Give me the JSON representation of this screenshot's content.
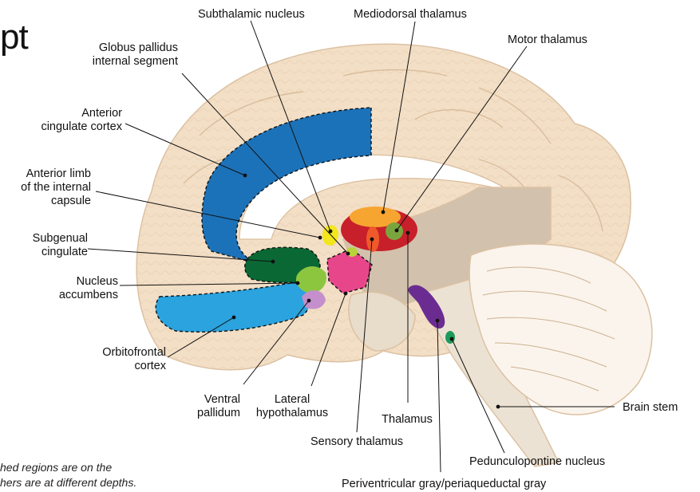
{
  "figure": {
    "title_fragment": "pt",
    "caption_line1": "hed regions are on the",
    "caption_line2": "hers are at different depths."
  },
  "labels": {
    "subthalamic": "Subthalamic nucleus",
    "mediodorsal": "Mediodorsal thalamus",
    "motor_thalamus": "Motor thalamus",
    "gp_line1": "Globus pallidus",
    "gp_line2": "internal segment",
    "acc_line1": "Anterior",
    "acc_line2": "cingulate cortex",
    "alic_line1": "Anterior limb",
    "alic_line2": "of the internal",
    "alic_line3": "capsule",
    "subgenual_line1": "Subgenual",
    "subgenual_line2": "cingulate",
    "nacc_line1": "Nucleus",
    "nacc_line2": "accumbens",
    "ofc_line1": "Orbitofrontal",
    "ofc_line2": "cortex",
    "vp_line1": "Ventral",
    "vp_line2": "pallidum",
    "lh_line1": "Lateral",
    "lh_line2": "hypothalamus",
    "thalamus": "Thalamus",
    "sensory_thalamus": "Sensory thalamus",
    "brain_stem": "Brain stem",
    "pedunculopontine": "Pedunculopontine nucleus",
    "periventricular": "Periventricular gray/periaqueductal gray"
  },
  "colors": {
    "brain": "#f3dfc6",
    "brain_outline": "#dcc1a2",
    "deep": "#d2c2ad",
    "anterior_cingulate": "#1c72b8",
    "orbitofrontal": "#2aa3df",
    "subgenual": "#0a6834",
    "nucleus_accumbens": "#8cc63f",
    "ventral_pallidum": "#c48fcc",
    "lateral_hypothalamus": "#e8468b",
    "thalamus": "#c8202a",
    "mediodorsal": "#f7a531",
    "motor_thalamus": "#7aa53e",
    "sensory_thalamus": "#ef5a2a",
    "subthalamic": "#f2e61c",
    "gp_internal": "#b8d43a",
    "periventricular": "#6b2c91",
    "pedunculopontine": "#1f9a5a"
  }
}
